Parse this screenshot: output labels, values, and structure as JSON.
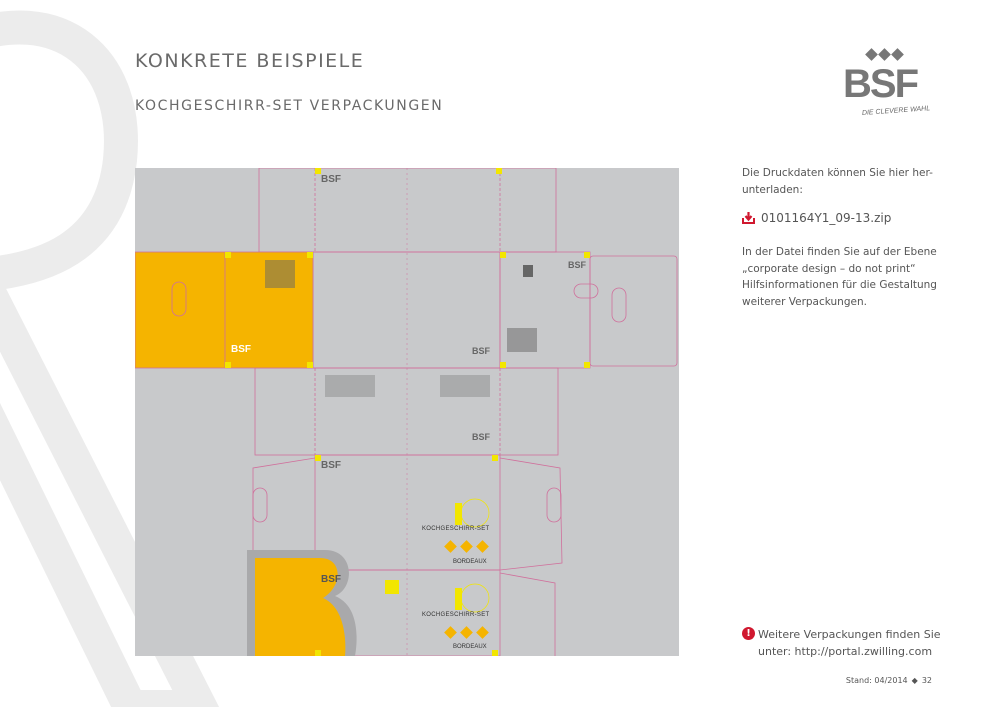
{
  "header": {
    "title": "KONKRETE BEISPIELE",
    "subtitle": "KOCHGESCHIRR-SET VERPACKUNGEN"
  },
  "logo": {
    "brand": "BSF",
    "tagline": "DIE CLEVERE WAHL"
  },
  "dieline": {
    "product_name": "KOCHGESCHIRR-SET",
    "variant": "BORDEAUX",
    "brand_mark": "BSF",
    "colors": {
      "background": "#c8c9cb",
      "yellow": "#f5b400",
      "cutline": "#d0709c",
      "marker": "#f2e600"
    }
  },
  "sidebar": {
    "intro": "Die Druckdaten können Sie hier her-unterladen:",
    "download": {
      "icon": "download-icon",
      "filename": "0101164Y1_09-13.zip",
      "color": "#d0182f"
    },
    "info": "In der Datei finden Sie auf der Ebene „corporate design – do not print“ Hilfsinformationen für die Gestaltung weiterer Verpackungen.",
    "note_icon": "!",
    "note_line1": "Weitere Verpackungen finden Sie",
    "note_line2": "unter: http://portal.zwilling.com"
  },
  "footer": {
    "date": "Stand: 04/2014",
    "separator": "◆",
    "page": "32"
  }
}
